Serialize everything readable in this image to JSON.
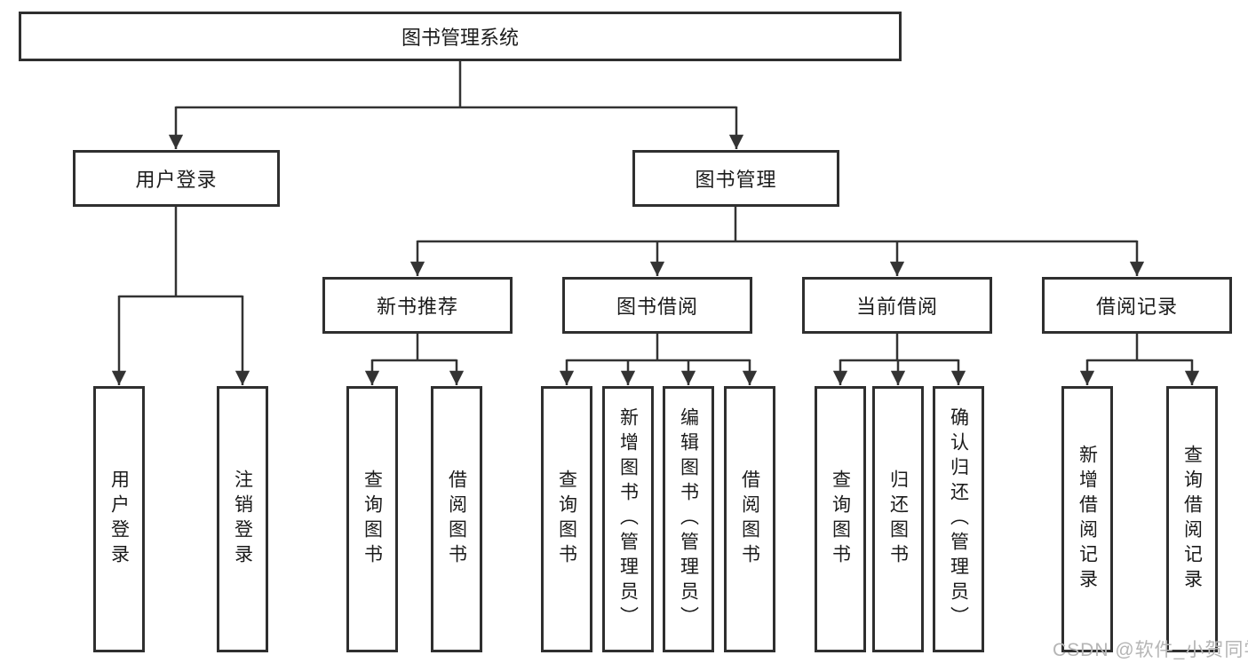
{
  "diagram": {
    "root": {
      "label": "图书管理系统"
    },
    "children": [
      {
        "label": "用户登录",
        "children": [
          {
            "label": "用户登录"
          },
          {
            "label": "注销登录"
          }
        ]
      },
      {
        "label": "图书管理",
        "children": [
          {
            "label": "新书推荐",
            "children": [
              {
                "label": "查询图书"
              },
              {
                "label": "借阅图书"
              }
            ]
          },
          {
            "label": "图书借阅",
            "children": [
              {
                "label": "查询图书"
              },
              {
                "label": "新增图书（管理员）"
              },
              {
                "label": "编辑图书（管理员）"
              },
              {
                "label": "借阅图书"
              }
            ]
          },
          {
            "label": "当前借阅",
            "children": [
              {
                "label": "查询图书"
              },
              {
                "label": "归还图书"
              },
              {
                "label": "确认归还（管理员）"
              }
            ]
          },
          {
            "label": "借阅记录",
            "children": [
              {
                "label": "新增借阅记录"
              },
              {
                "label": "查询借阅记录"
              }
            ]
          }
        ]
      }
    ]
  },
  "watermark": {
    "text": "CSDN @软件_小贺同学"
  },
  "colors": {
    "line": "#333333",
    "box_border": "#2f2f2f",
    "text": "#1b1b1b",
    "background": "#ffffff",
    "watermark": "#b5b5b5"
  }
}
